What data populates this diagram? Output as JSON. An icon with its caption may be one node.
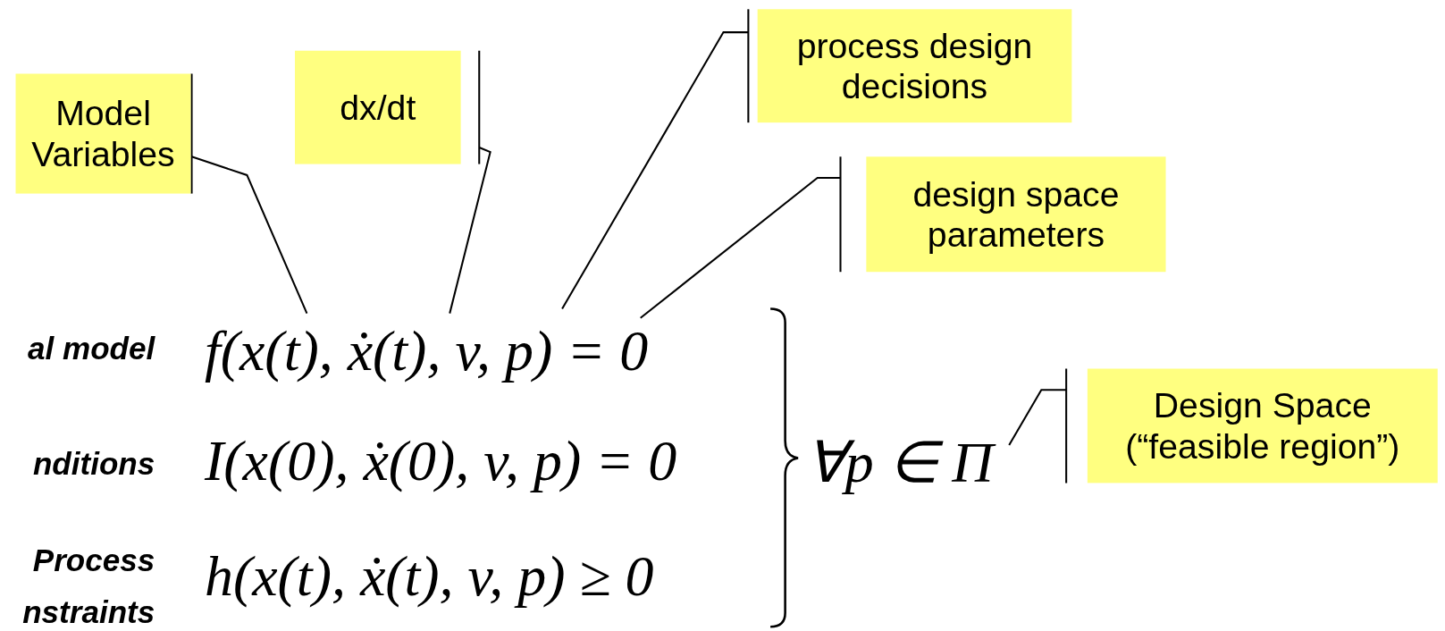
{
  "diagram": {
    "nodes": [
      {
        "text": [
          "Model Variables"
        ]
      },
      {
        "text": [
          "dx/dt"
        ]
      },
      {
        "text": [
          "process design decisions"
        ]
      },
      {
        "text": [
          "design space parameters"
        ]
      },
      {
        "text": [
          "Design Space (“feasible region”)"
        ]
      }
    ],
    "edges": [
      {
        "from": 0,
        "to": null,
        "arrow": "none"
      },
      {
        "from": 1,
        "to": null,
        "arrow": "none"
      },
      {
        "from": 2,
        "to": null,
        "arrow": "none"
      },
      {
        "from": 3,
        "to": null,
        "arrow": "none"
      },
      {
        "from": 4,
        "to": null,
        "arrow": "none"
      }
    ],
    "labels": [
      "al model",
      "f(x(t), ẋ(t), v, p) = 0",
      "nditions",
      "I(x(0), ẋ(0), v, p) = 0",
      "Process nstraints",
      "h(x(t), ẋ(t), v, p) ≥ 0",
      "∀p ∈ Π"
    ]
  }
}
